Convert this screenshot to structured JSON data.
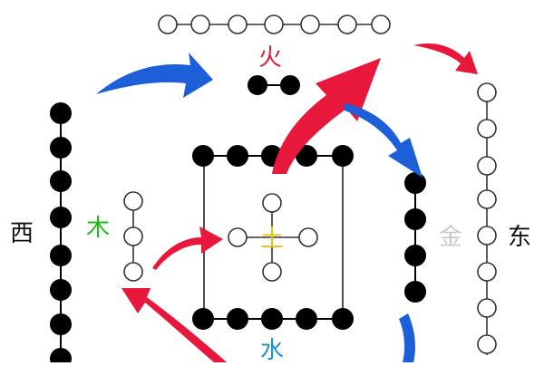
{
  "labels": {
    "fire": "火",
    "wood": "木",
    "earth": "土",
    "metal": "金",
    "water": "水",
    "west": "西",
    "east": "东"
  },
  "colors": {
    "fire": "#d4213d",
    "wood": "#1fb81f",
    "earth": "#e3c21a",
    "metal": "#c9c9c9",
    "water": "#1e8fd6",
    "text_dark": "#111111",
    "arrow_red": "#e8173c",
    "arrow_blue": "#1d5fd9",
    "dot_black": "#000000",
    "dot_white": "#ffffff"
  }
}
